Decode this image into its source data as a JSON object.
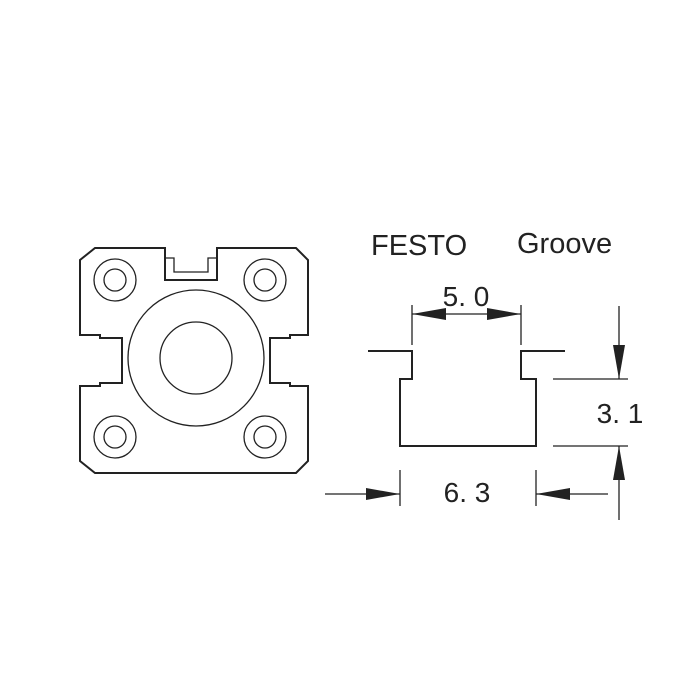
{
  "title_left": "FESTO",
  "title_right": "Groove",
  "dimensions": {
    "top_opening": "5. 0",
    "depth": "3. 1",
    "bottom_width": "6. 3"
  },
  "colors": {
    "ink": "#222222",
    "background": "#ffffff"
  }
}
